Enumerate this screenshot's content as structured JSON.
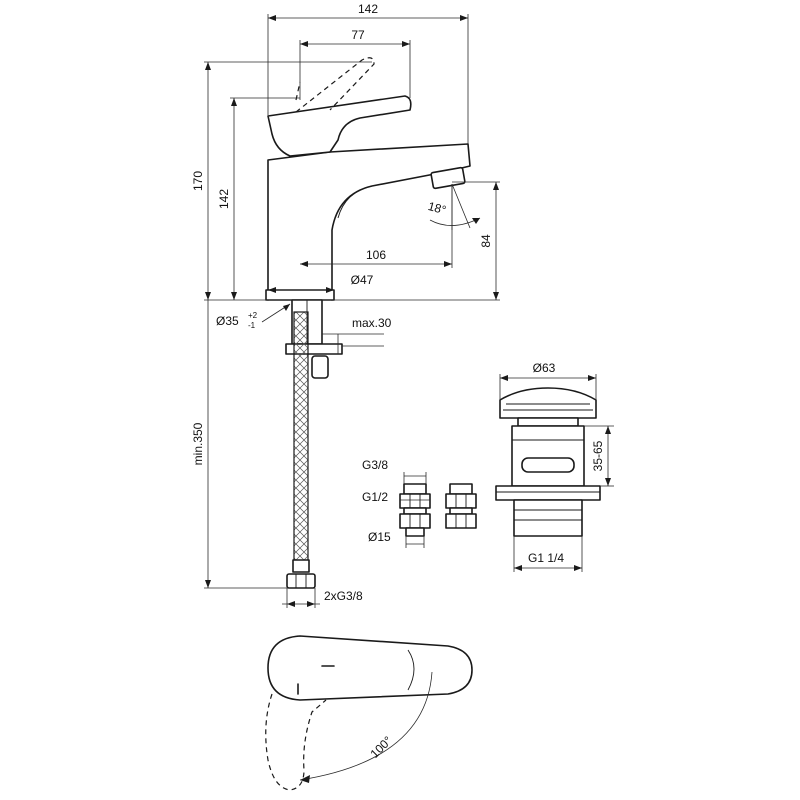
{
  "dimensions": {
    "overall_width": "142",
    "lever_reach": "77",
    "total_height": "170",
    "spout_height": "142",
    "spout_angle": "18°",
    "spout_outlet_height": "84",
    "spout_projection": "106",
    "base_diameter": "Ø47",
    "hole_diameter": "Ø35",
    "hole_tolerance_plus": "+2",
    "hole_tolerance_minus": "-1",
    "max_deck_thickness": "max.30",
    "min_hose_length": "min.350",
    "hose_connection": "2xG3/8",
    "waste_cap_diameter": "Ø63",
    "waste_height_range": "35-65",
    "waste_thread": "G1 1/4",
    "adapter_outlet_thread": "G3/8",
    "adapter_inlet_thread": "G1/2",
    "adapter_pipe_diameter": "Ø15",
    "lever_rotation": "100°"
  }
}
